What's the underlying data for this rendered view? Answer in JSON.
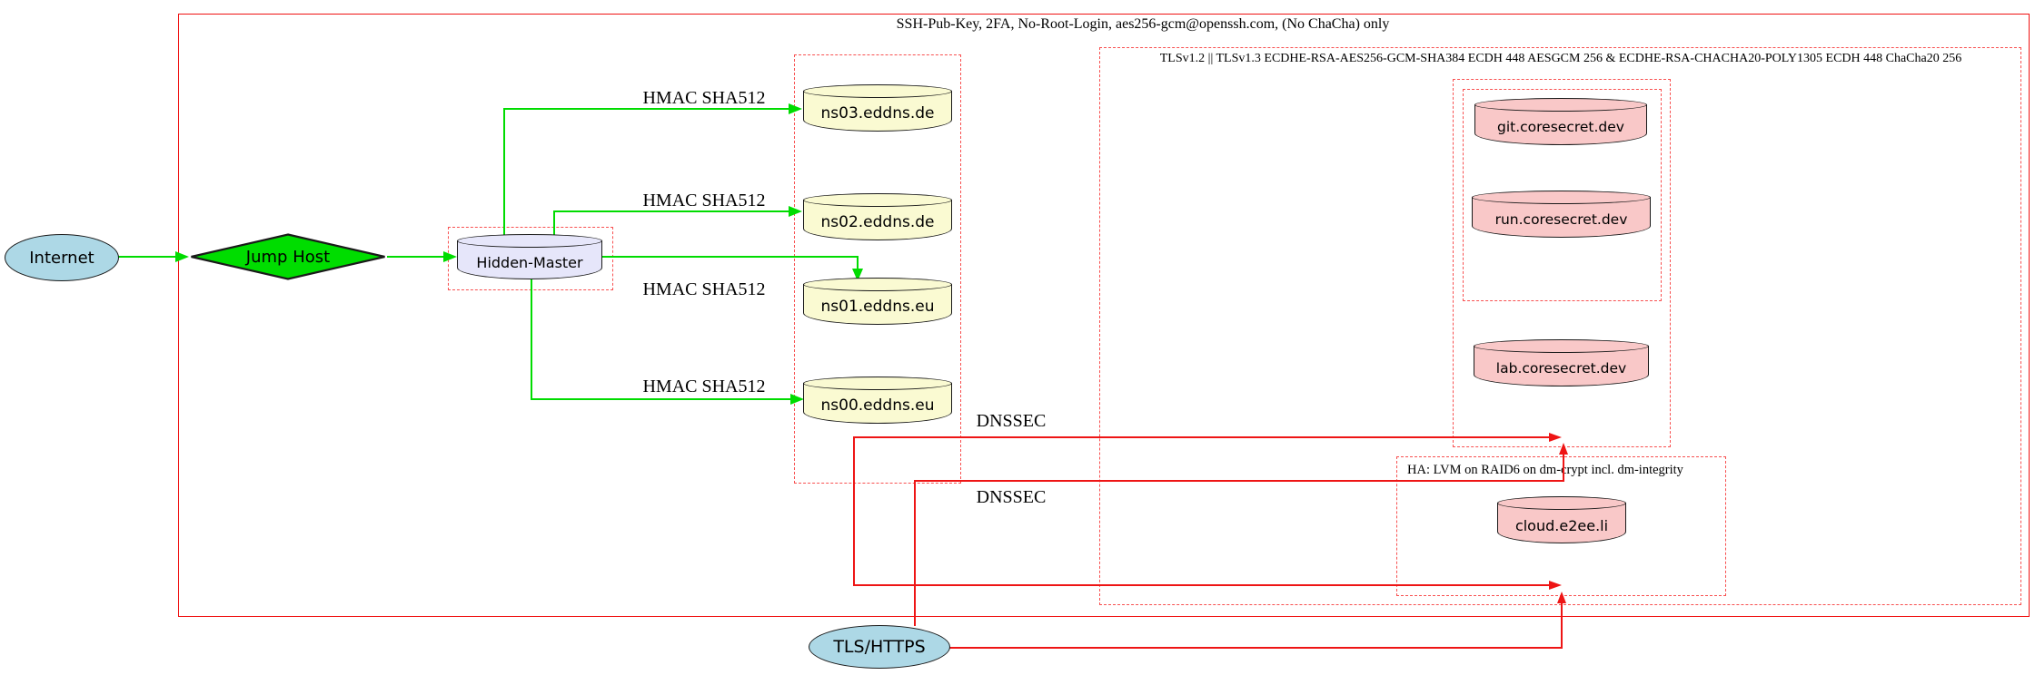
{
  "clusters": {
    "ssh": {
      "label": "SSH-Pub-Key, 2FA, No-Root-Login, aes256-gcm@openssh.com, (No ChaCha) only"
    },
    "tls": {
      "label": "TLSv1.2 || TLSv1.3 ECDHE-RSA-AES256-GCM-SHA384 ECDH 448 AESGCM 256 & ECDHE-RSA-CHACHA20-POLY1305 ECDH 448 ChaCha20 256"
    },
    "ha": {
      "label": "HA: LVM on RAID6 on dm-crypt incl. dm-integrity"
    }
  },
  "nodes": {
    "internet": {
      "label": "Internet",
      "shape": "ellipse",
      "fill": "#add8e6"
    },
    "jump_host": {
      "label": "Jump Host",
      "shape": "diamond",
      "fill": "#00dd00"
    },
    "hidden_master": {
      "label": "Hidden-Master",
      "shape": "cylinder",
      "fill": "#e6e6fa"
    },
    "ns03": {
      "label": "ns03.eddns.de",
      "shape": "cylinder",
      "fill": "#fafad2"
    },
    "ns02": {
      "label": "ns02.eddns.de",
      "shape": "cylinder",
      "fill": "#fafad2"
    },
    "ns01": {
      "label": "ns01.eddns.eu",
      "shape": "cylinder",
      "fill": "#fafad2"
    },
    "ns00": {
      "label": "ns00.eddns.eu",
      "shape": "cylinder",
      "fill": "#fafad2"
    },
    "git": {
      "label": "git.coresecret.dev",
      "shape": "cylinder",
      "fill": "#f9c8c8"
    },
    "run": {
      "label": "run.coresecret.dev",
      "shape": "cylinder",
      "fill": "#f9c8c8"
    },
    "lab": {
      "label": "lab.coresecret.dev",
      "shape": "cylinder",
      "fill": "#f9c8c8"
    },
    "cloud": {
      "label": "cloud.e2ee.li",
      "shape": "cylinder",
      "fill": "#f9c8c8"
    },
    "tls_https": {
      "label": "TLS/HTTPS",
      "shape": "ellipse",
      "fill": "#add8e6"
    }
  },
  "edge_labels": {
    "hmac": "HMAC SHA512",
    "dnssec": "DNSSEC"
  },
  "colors": {
    "edge_green": "#00dc00",
    "edge_red": "#ee1515",
    "cluster_solid": "#f01212",
    "cluster_dash": "#f85050",
    "node_border": "#1a1a1a"
  }
}
